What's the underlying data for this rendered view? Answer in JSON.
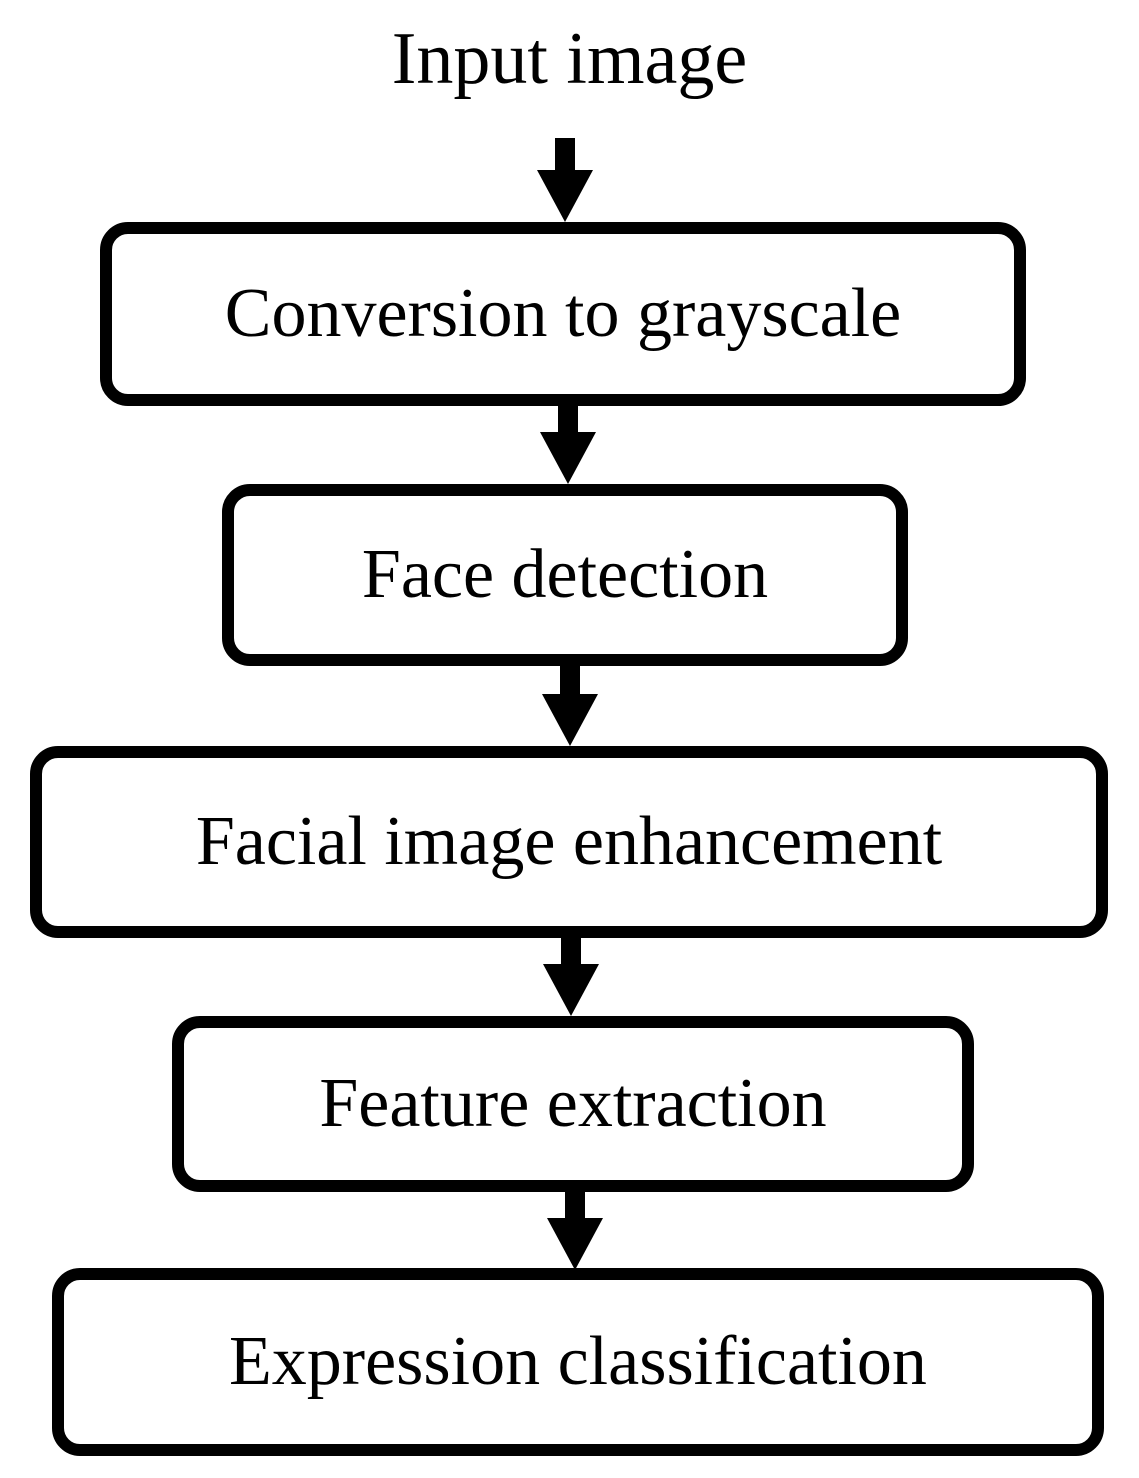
{
  "diagram": {
    "input_label": "Input image",
    "steps": [
      {
        "label": "Conversion to grayscale"
      },
      {
        "label": "Face detection"
      },
      {
        "label": "Facial image enhancement"
      },
      {
        "label": "Feature extraction"
      },
      {
        "label": "Expression classification"
      }
    ],
    "colors": {
      "stroke": "#000000",
      "background": "#ffffff"
    },
    "icons": {
      "connector": "arrow-down-icon"
    }
  }
}
